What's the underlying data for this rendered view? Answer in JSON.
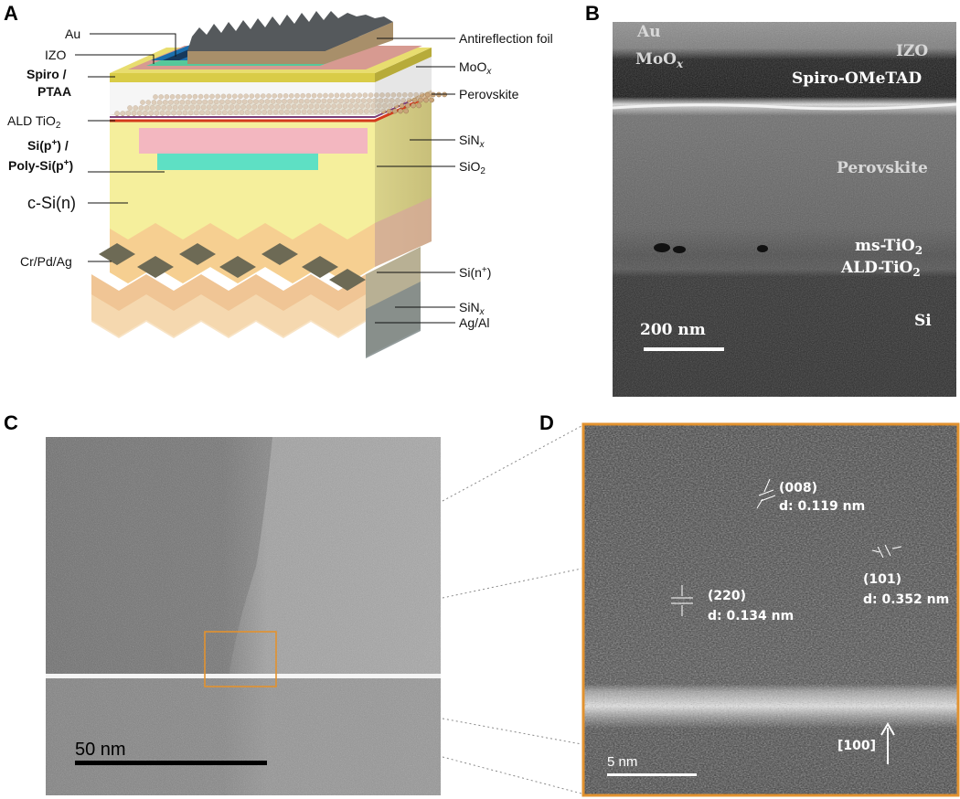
{
  "panel_labels": {
    "a": "A",
    "b": "B",
    "c": "C",
    "d": "D"
  },
  "panel_a": {
    "left_labels": {
      "au": "Au",
      "izo": "IZO",
      "spiro": "Spiro /",
      "ptaa": "PTAA",
      "ald_tio2": "ALD TiO",
      "ald_tio2_sub": "2",
      "sip": "Si(p",
      "sip_sup": "+",
      "sip_tail": ") /",
      "polysi": "Poly-Si(p",
      "polysi_sup": "+",
      "polysi_tail": ")",
      "csi": "c-Si(n)",
      "crpdag": "Cr/Pd/Ag"
    },
    "right_labels": {
      "antireflection": "Antireflection foil",
      "moox": "MoO",
      "moox_sub": "x",
      "perovskite": "Perovskite",
      "sinx_top": "SiN",
      "sinx_top_sub": "x",
      "sio2": "SiO",
      "sio2_sub": "2",
      "sin_plus": "Si(n",
      "sin_plus_sup": "+",
      "sin_plus_tail": ")",
      "sinx_bot": "SiN",
      "sinx_bot_sub": "x",
      "agal": "Ag/Al"
    }
  },
  "panel_b": {
    "au": "Au",
    "moox": "MoO",
    "moox_sub": "x",
    "izo": "IZO",
    "spiro": "Spiro-OMeTAD",
    "perovskite": "Perovskite",
    "ms_tio2": "ms-TiO",
    "ms_tio2_sub": "2",
    "ald_tio2": "ALD-TiO",
    "ald_tio2_sub": "2",
    "si": "Si",
    "scale": "200 nm"
  },
  "panel_c": {
    "scale": "50 nm"
  },
  "panel_d": {
    "p008": "(008)",
    "d008": "d: 0.119 nm",
    "p101": "(101)",
    "d101": "d: 0.352 nm",
    "p220": "(220)",
    "d220": "d: 0.134 nm",
    "direction": "[100]",
    "scale": "5 nm"
  },
  "colors": {
    "au": "#2f3d47",
    "izo": "#1a6fae",
    "spiro": "#56c89a",
    "moox": "#d79a91",
    "ptaa": "#d9cc47",
    "csi": "#f5ef9c",
    "polysi": "#5ee0c4",
    "sip": "#f2b3c2",
    "sin_plus": "#f6b98a",
    "frame_orange": "#e2922f"
  }
}
